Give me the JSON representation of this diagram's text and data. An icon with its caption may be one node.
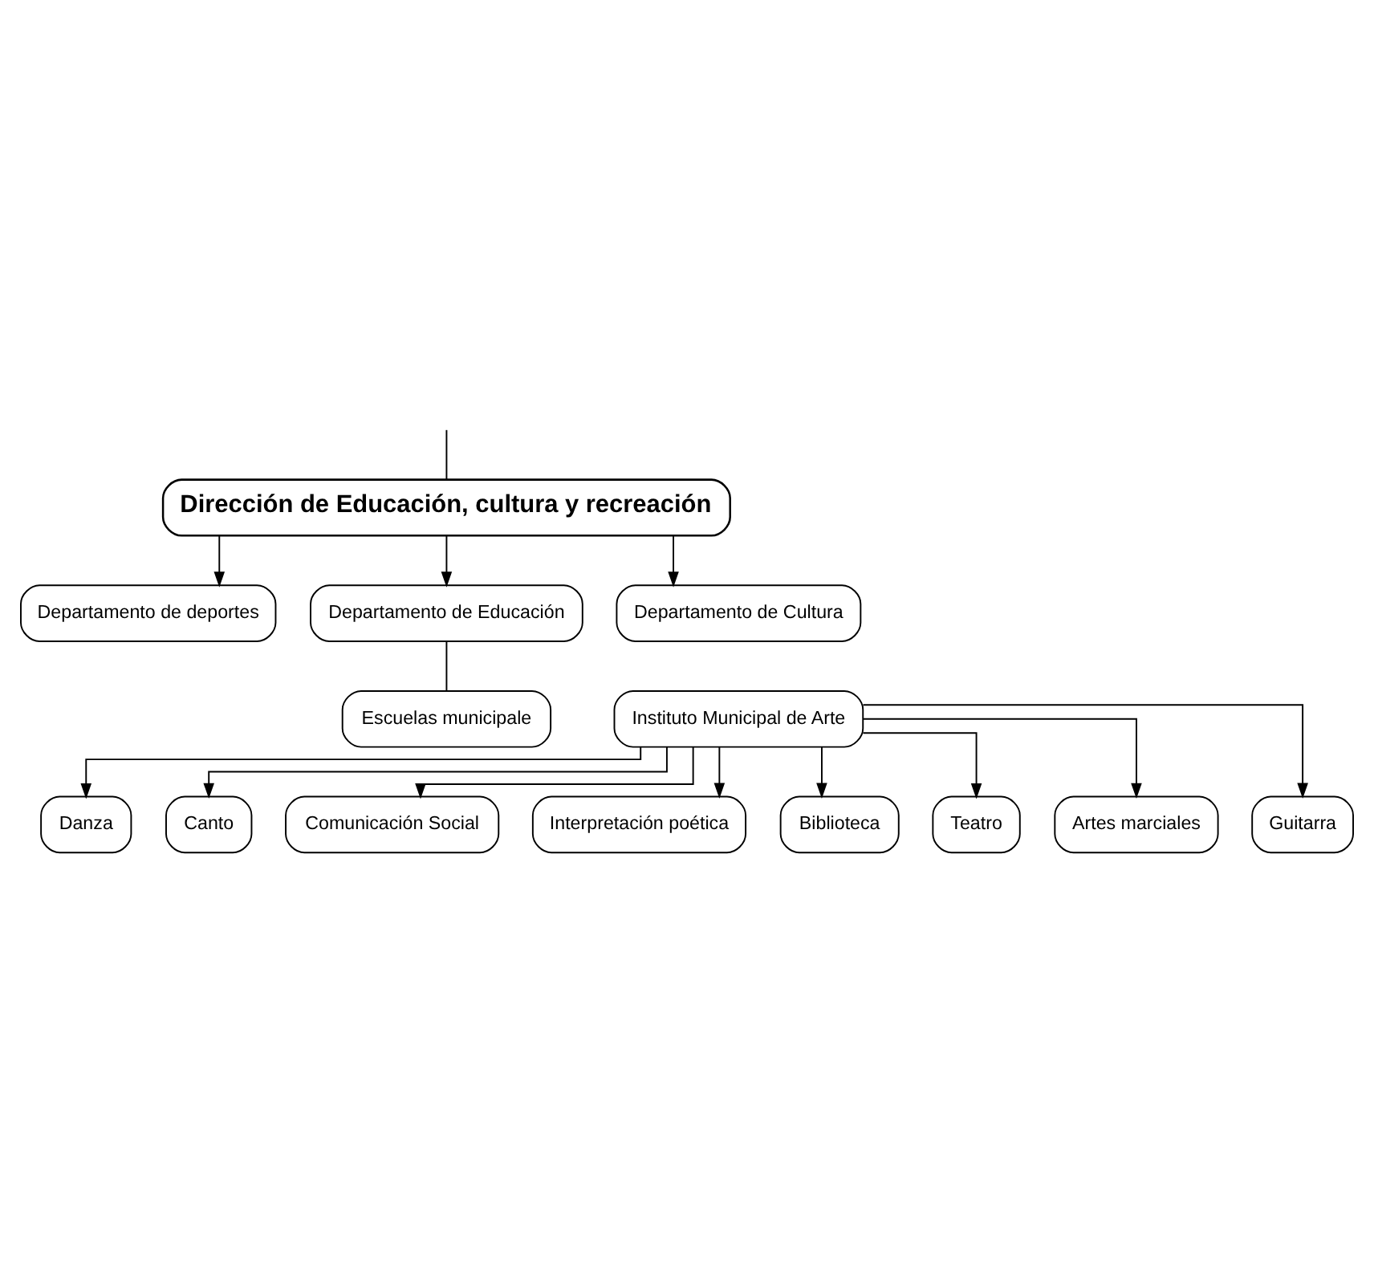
{
  "diagram": {
    "nodes": [
      {
        "text": [
          "Dirección de Educación, cultura y recreación"
        ]
      },
      {
        "text": [
          "Departamento de deportes"
        ]
      },
      {
        "text": [
          "Departamento de Educación"
        ]
      },
      {
        "text": [
          "Departamento de Cultura"
        ]
      },
      {
        "text": [
          "Escuelas municipale"
        ]
      },
      {
        "text": [
          "Instituto Municipal de Arte"
        ]
      },
      {
        "text": [
          "Danza"
        ]
      },
      {
        "text": [
          "Canto"
        ]
      },
      {
        "text": [
          "Comunicación Social"
        ]
      },
      {
        "text": [
          "Interpretación poética"
        ]
      },
      {
        "text": [
          "Biblioteca"
        ]
      },
      {
        "text": [
          "Teatro"
        ]
      },
      {
        "text": [
          "Artes marciales"
        ]
      },
      {
        "text": [
          "Guitarra"
        ]
      }
    ],
    "edges": [
      {
        "from": null,
        "to": 0,
        "arrow": "none"
      },
      {
        "from": 0,
        "to": 1,
        "arrow": "to"
      },
      {
        "from": 0,
        "to": 2,
        "arrow": "to"
      },
      {
        "from": 0,
        "to": 3,
        "arrow": "to"
      },
      {
        "from": 2,
        "to": 4,
        "arrow": "none"
      },
      {
        "from": 5,
        "to": 6,
        "arrow": "to"
      },
      {
        "from": 5,
        "to": 7,
        "arrow": "to"
      },
      {
        "from": 5,
        "to": 8,
        "arrow": "to"
      },
      {
        "from": 5,
        "to": 9,
        "arrow": "to"
      },
      {
        "from": 5,
        "to": 10,
        "arrow": "to"
      },
      {
        "from": 5,
        "to": 11,
        "arrow": "to"
      },
      {
        "from": 5,
        "to": 12,
        "arrow": "to"
      },
      {
        "from": 5,
        "to": 13,
        "arrow": "to"
      }
    ]
  }
}
